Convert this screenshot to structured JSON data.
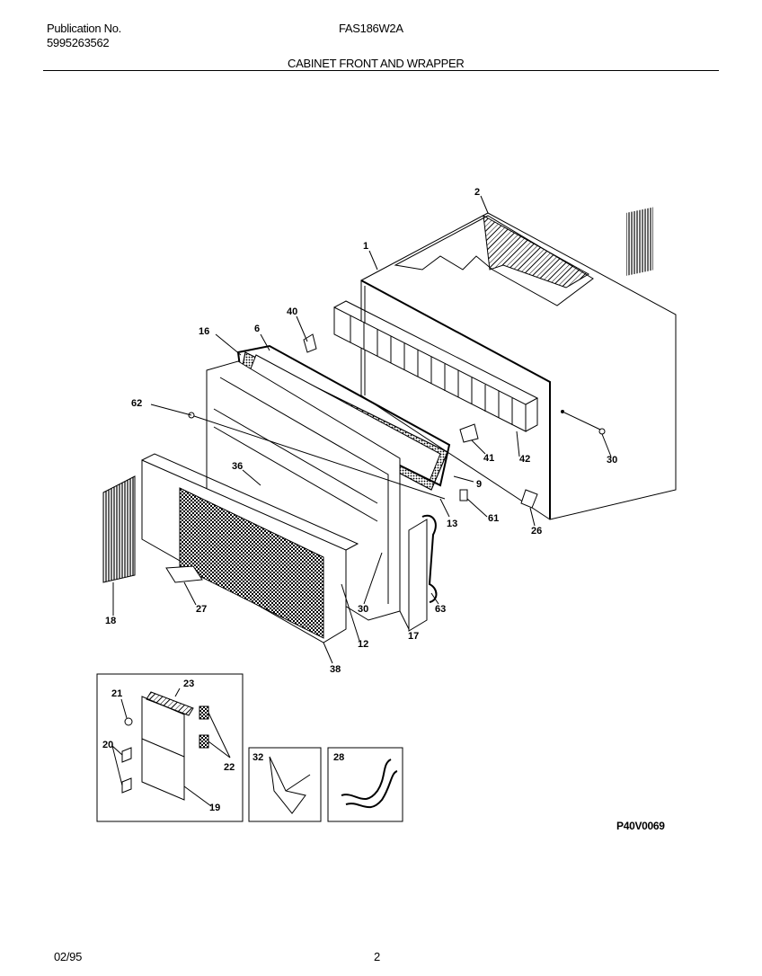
{
  "header": {
    "publication_label": "Publication No.",
    "publication_number": "5995263562",
    "model": "FAS186W2A",
    "section_title": "CABINET FRONT AND WRAPPER"
  },
  "footer": {
    "date": "02/95",
    "page": "2",
    "drawing_code": "P40V0069"
  },
  "callouts": {
    "c1": "1",
    "c2": "2",
    "c6": "6",
    "c9": "9",
    "c12": "12",
    "c13": "13",
    "c16": "16",
    "c17": "17",
    "c18": "18",
    "c19": "19",
    "c20": "20",
    "c21": "21",
    "c22": "22",
    "c23": "23",
    "c26": "26",
    "c27": "27",
    "c28": "28",
    "c30a": "30",
    "c30b": "30",
    "c32": "32",
    "c36": "36",
    "c38": "38",
    "c40": "40",
    "c41": "41",
    "c42": "42",
    "c61": "61",
    "c62": "62",
    "c63": "63"
  }
}
